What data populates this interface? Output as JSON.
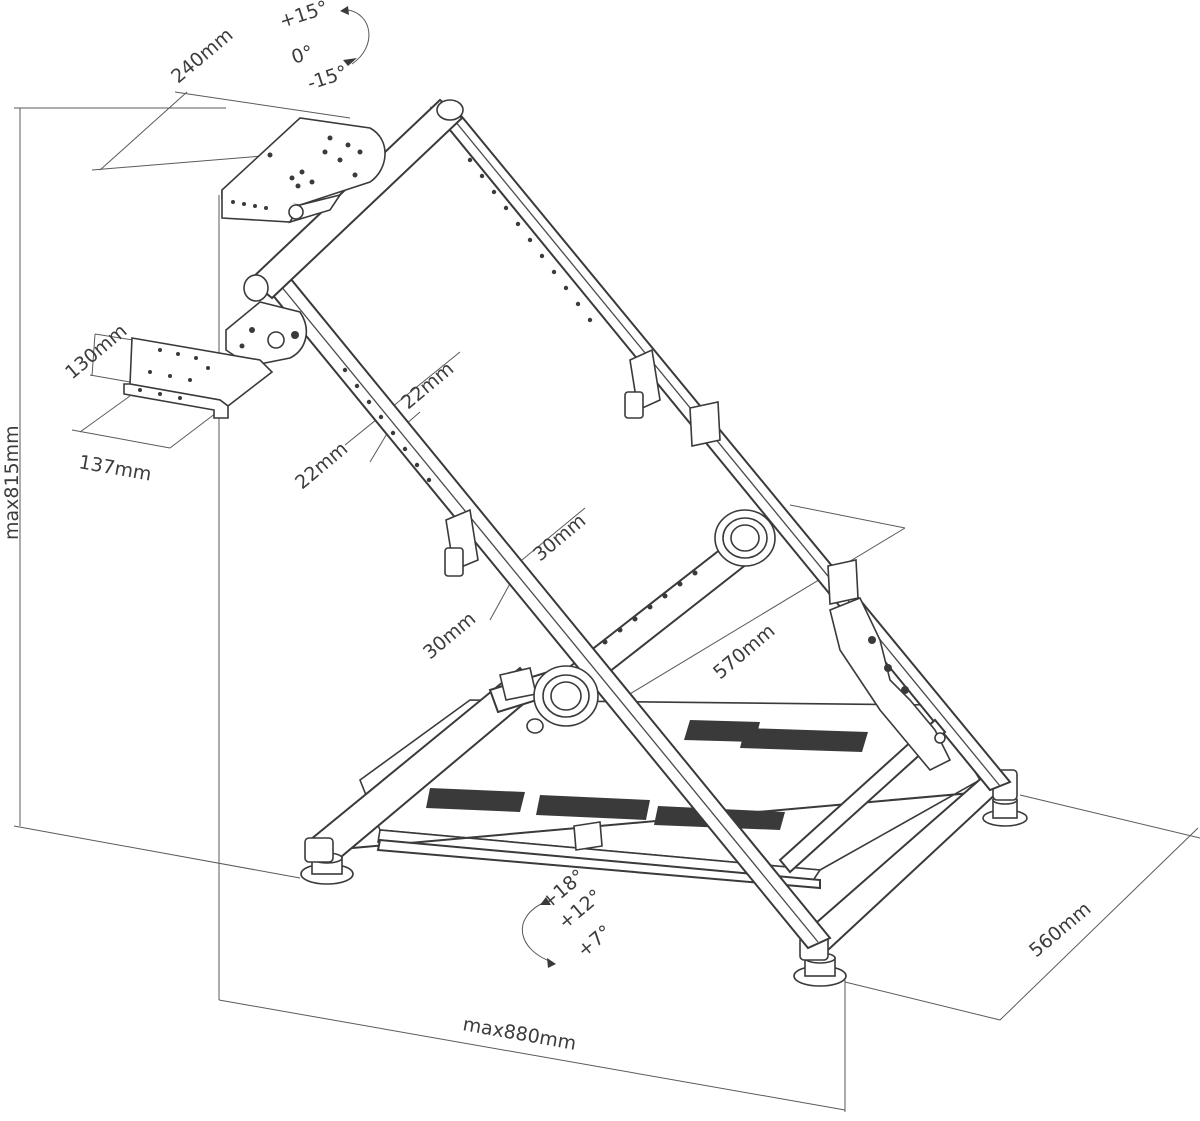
{
  "dimensions": {
    "wheel_plate_width": "240mm",
    "wheel_tilt_plus": "+15°",
    "wheel_tilt_zero": "0°",
    "wheel_tilt_minus": "-15°",
    "shifter_plate_depth": "130mm",
    "shifter_plate_width": "137mm",
    "tube_a1": "22mm",
    "tube_a2": "22mm",
    "tube_b1": "30mm",
    "tube_b2": "30mm",
    "pedal_width": "570mm",
    "pedal_tilt_1": "+18°",
    "pedal_tilt_2": "+12°",
    "pedal_tilt_3": "+7°",
    "base_depth": "560mm",
    "max_height": "max815mm",
    "max_length": "max880mm"
  },
  "colors": {
    "line": "#3a3a3a",
    "background": "#ffffff"
  }
}
